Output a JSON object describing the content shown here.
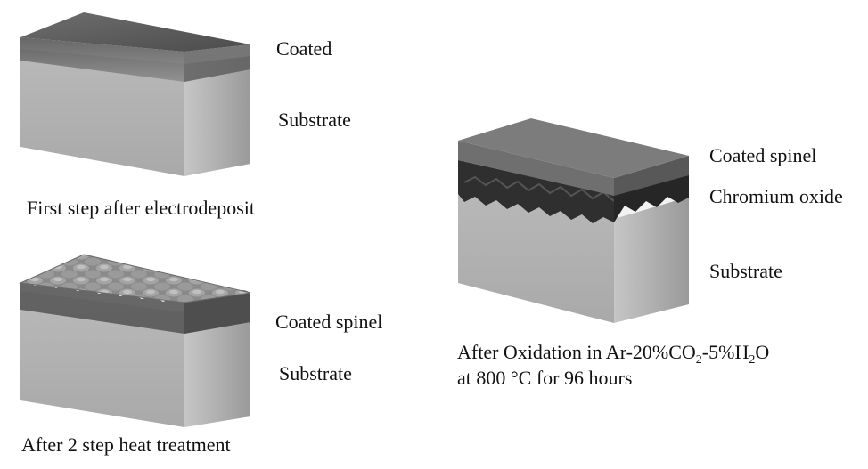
{
  "diagram_1": {
    "caption": "First step after electrodeposit",
    "labels": {
      "top": "Coated",
      "bottom": "Substrate"
    }
  },
  "diagram_2": {
    "caption": "After 2 step heat treatment",
    "labels": {
      "top": "Coated spinel",
      "bottom": "Substrate"
    }
  },
  "diagram_3": {
    "caption_line1": {
      "prefix": "After Oxidation in Ar-20%CO",
      "sub1": "2",
      "middle": "-5%H",
      "sub2": "2",
      "suffix": "O"
    },
    "caption_line2": "at 800 °C for 96 hours",
    "labels": {
      "top": "Coated spinel",
      "middle": "Chromium oxide",
      "bottom": "Substrate"
    }
  },
  "colors": {
    "coating_dark": "#6a6a6a",
    "substrate_light": "#bdbdbd",
    "oxide": "#3a3a3a"
  }
}
